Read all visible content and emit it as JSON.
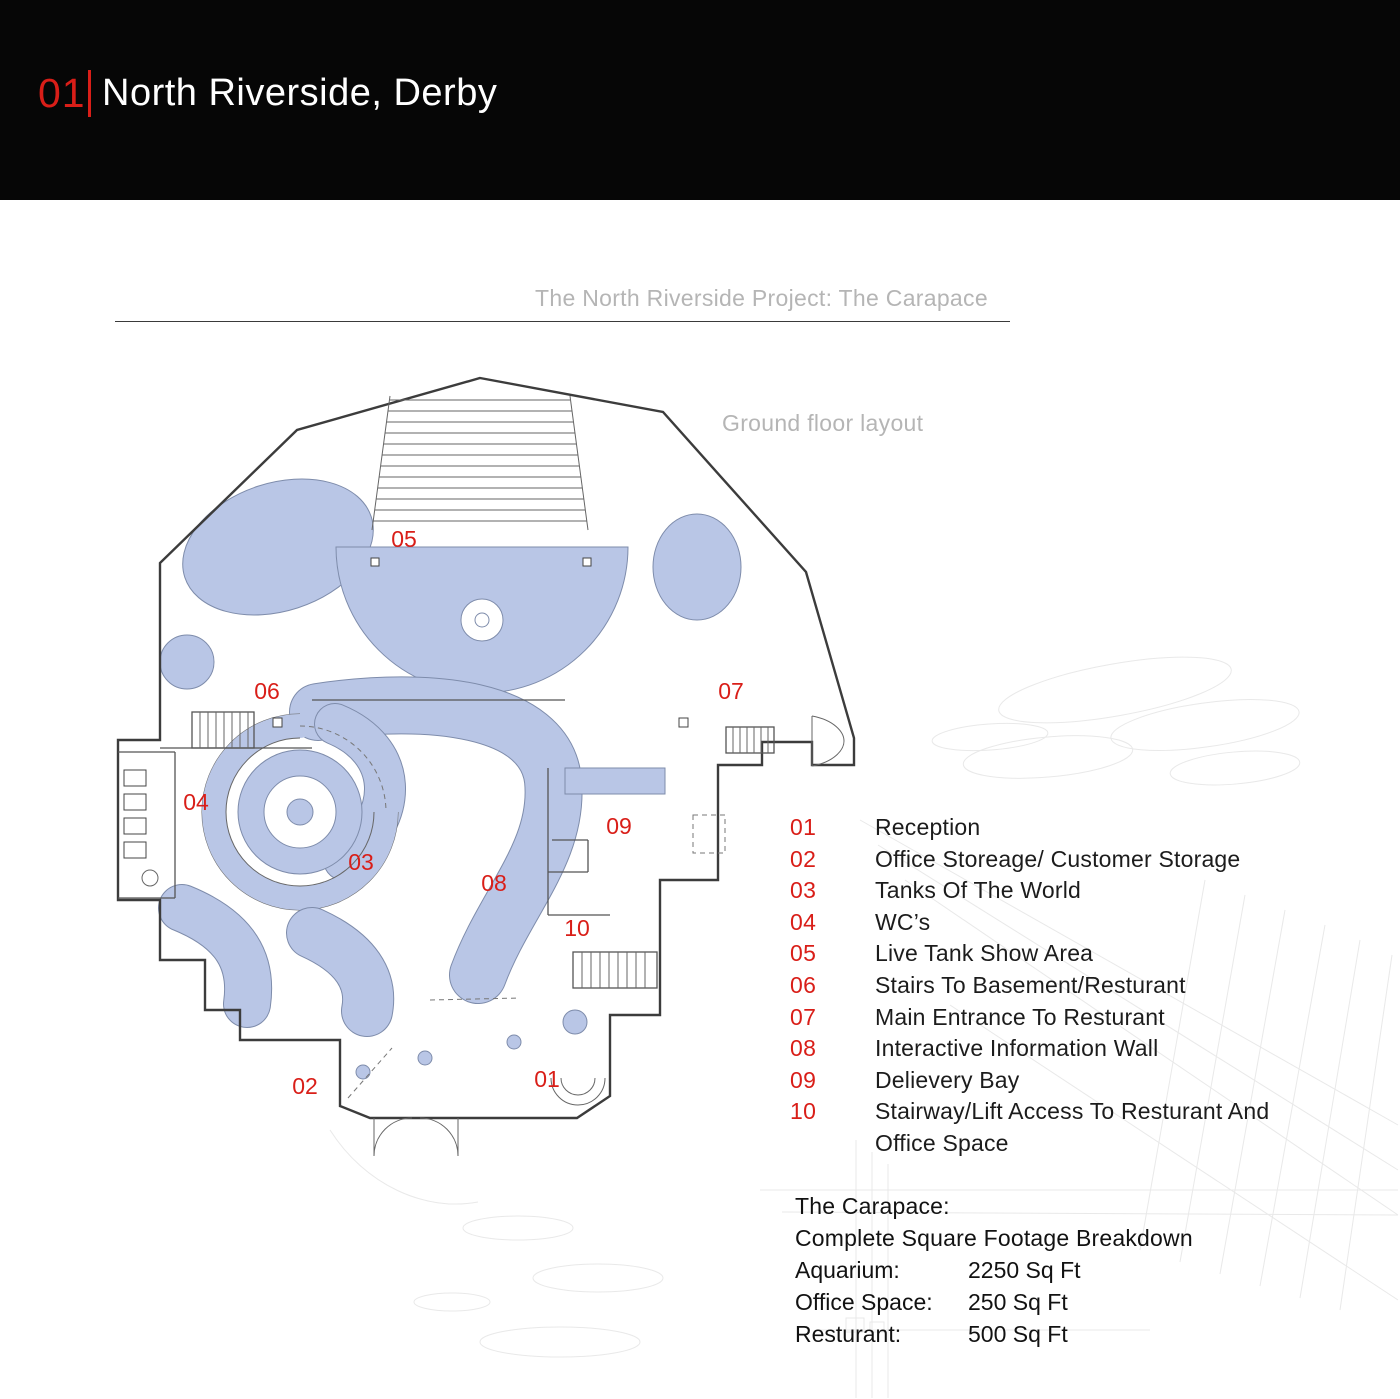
{
  "header": {
    "number": "01",
    "title": "North Riverside, Derby"
  },
  "subtitle": "The North Riverside Project: The Carapace",
  "plan_caption": "Ground floor layout",
  "legend": {
    "items": [
      {
        "num": "01",
        "label": "Reception"
      },
      {
        "num": "02",
        "label": "Office Storeage/ Customer Storage"
      },
      {
        "num": "03",
        "label": "Tanks Of The World"
      },
      {
        "num": "04",
        "label": "WC’s"
      },
      {
        "num": "05",
        "label": "Live Tank Show Area"
      },
      {
        "num": "06",
        "label": "Stairs To Basement/Resturant"
      },
      {
        "num": "07",
        "label": "Main Entrance To Resturant"
      },
      {
        "num": "08",
        "label": "Interactive Information Wall"
      },
      {
        "num": "09",
        "label": "Delievery Bay"
      },
      {
        "num": "10",
        "label": "Stairway/Lift Access To Resturant And Office Space"
      }
    ]
  },
  "footage": {
    "title": "The Carapace:",
    "subtitle": "Complete Square Footage Breakdown",
    "rows": [
      {
        "label": "Aquarium:",
        "value": "2250 Sq Ft"
      },
      {
        "label": "Office Space:",
        "value": "250 Sq Ft"
      },
      {
        "label": "Resturant:",
        "value": "500 Sq Ft"
      }
    ]
  },
  "colors": {
    "accent_red": "#d91e18",
    "plan_fill": "#b9c6e6"
  }
}
